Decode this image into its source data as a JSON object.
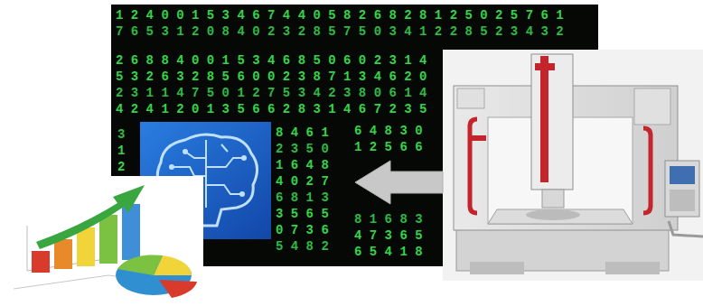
{
  "diagram": {
    "labels": [
      "1 2 4 0 0 1 5 3 4 6 7 4 4 0 5 8 2 6 8 2 8 1 2 5 0 2 5 7 6 1",
      "7 6 5 3 1 2 0 8 4 0 2 3 2 8 5 7 5 0 3 4 1 2 2 8 5 2 3 4 3 2",
      "2 6 8 8 4 0 0 1 5 3 4 6 8 5 0 6 0 2 3 1 4",
      "5 3 2 6 3 2 8 5 6 0 0 2 3 8 7 1 3 4 6 2 0",
      "2 3 1 1 4 7 5 0 1 2 7 5 3 4 2 3 8 0 6 1 4",
      "4 2 4 1 2 0 1 3 5 6 6 2 8 3 1 4 6 7 2 3 5",
      "8 4 6 1",
      "2 3 5 0",
      "1 6 4 8",
      "4 0 2 7",
      "6 8 1 3",
      "3 5 6 5",
      "0 7 3 6",
      "5 4 8 2",
      "6 4 8 3 0",
      "1 2 5 6 6",
      "8 1 6 8 3",
      "4 7 3 6 5",
      "6 5 4 1 8",
      "3",
      "1",
      "2"
    ]
  }
}
